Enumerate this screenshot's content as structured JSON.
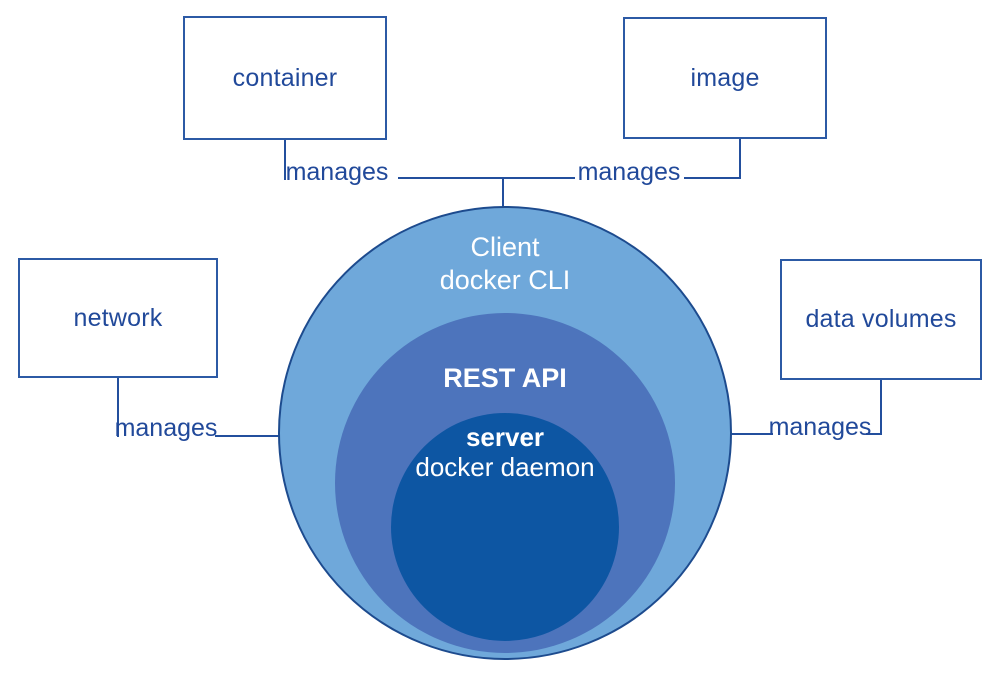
{
  "nodes": {
    "container": "container",
    "image": "image",
    "network": "network",
    "data_volumes": "data volumes"
  },
  "edges": {
    "label": "manages"
  },
  "circles": {
    "client": {
      "line1": "Client",
      "line2": "docker CLI"
    },
    "rest_api": {
      "label": "REST API"
    },
    "server": {
      "line1": "server",
      "line2": "docker daemon"
    }
  },
  "colors": {
    "line_and_text": "#234f9d",
    "box_border": "#2c5aa5",
    "outer_circle_fill": "#6fa8da",
    "outer_circle_border": "#1d4b8e",
    "middle_circle_fill": "#4d74bc",
    "inner_circle_fill": "#0d56a3",
    "circle_text": "#ffffff"
  }
}
